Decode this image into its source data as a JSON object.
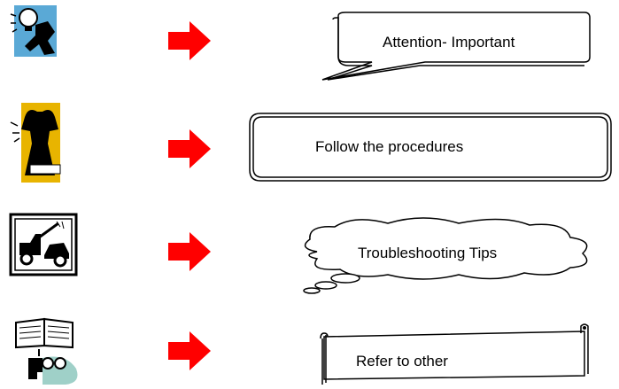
{
  "legend": {
    "rows": [
      {
        "icon": "lightbulb-figure-icon",
        "callout_shape": "speech-bubble",
        "label": "Attention- Important"
      },
      {
        "icon": "muscle-figure-icon",
        "callout_shape": "double-border-box",
        "label": "Follow the procedures"
      },
      {
        "icon": "tow-truck-icon",
        "callout_shape": "thought-cloud",
        "label": "Troubleshooting Tips"
      },
      {
        "icon": "book-reader-icon",
        "callout_shape": "scroll",
        "label": "Refer to other"
      }
    ],
    "arrow_color": "#ff0000",
    "icon_accent_color": "#3399cc"
  }
}
